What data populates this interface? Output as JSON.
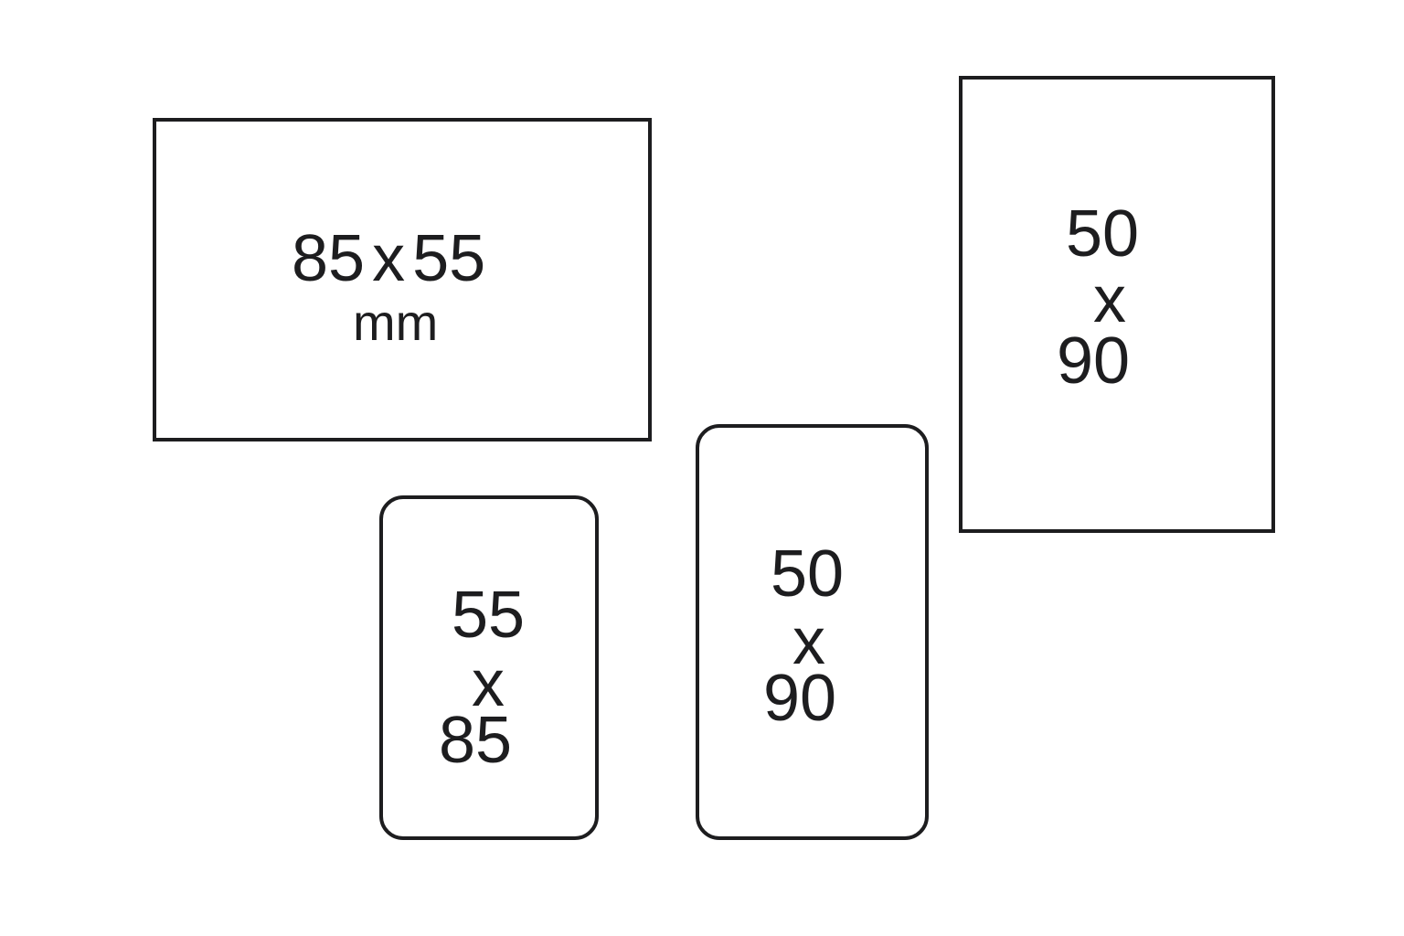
{
  "cards": [
    {
      "dims": "85 x 55",
      "unit": "mm"
    },
    {
      "line1": "55",
      "line2": "x",
      "line3": "85"
    },
    {
      "line1": "50",
      "line2": "x",
      "line3": "90"
    },
    {
      "line1": "50",
      "line2": "x",
      "line3": "90"
    }
  ],
  "colors": {
    "stroke": "#1d1d1f",
    "text": "#1d1d1f",
    "background": "#ffffff"
  }
}
